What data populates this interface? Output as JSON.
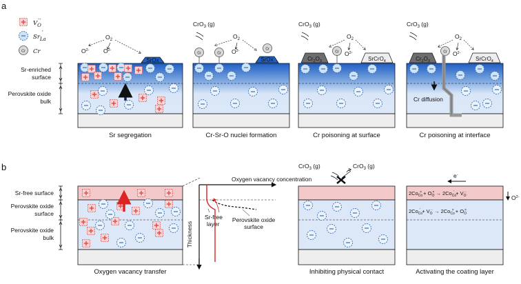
{
  "panel_a": {
    "letter": "a",
    "legend": {
      "vo_label": "V",
      "vo_sub": "O",
      "vo_sup": "··",
      "sr_label": "Sr",
      "sr_sub": "La",
      "sr_sup": "′",
      "cr_label": "Cr",
      "cr_icon_text": "Cr"
    },
    "side_labels": {
      "surface": [
        "Sr-enriched",
        "surface"
      ],
      "bulk": [
        "Perovskite oxide",
        "bulk"
      ]
    },
    "subpanels": [
      {
        "caption": "Sr segregation",
        "gas": "O",
        "gas_sub": "2",
        "ion": "O",
        "ion_sup": "2-",
        "cap_label": "SrOx"
      },
      {
        "caption": "Cr-Sr-O nuclei formation",
        "cro3": "CrO",
        "cro3_sub": "3",
        "cro3_suffix": " (g)",
        "gas": "O",
        "gas_sub": "2",
        "ion": "O",
        "ion_sup": "2-",
        "cap_label": "SrOx",
        "cr_text": "Cr"
      },
      {
        "caption": "Cr poisoning at surface",
        "cro3": "CrO",
        "cro3_sub": "3",
        "cro3_suffix": " (g)",
        "gas": "O",
        "gas_sub": "2",
        "ion": "O",
        "ion_sup": "2-",
        "left_cap": "Cr",
        "left_cap_sub": "2",
        "left_cap_mid": "O",
        "left_cap_sub2": "3",
        "right_cap": "SrCrO",
        "right_cap_sub": "4",
        "cr_text": "Cr"
      },
      {
        "caption": "Cr poisoning at interface",
        "cro3": "CrO",
        "cro3_sub": "3",
        "cro3_suffix": " (g)",
        "gas": "O",
        "gas_sub": "2",
        "ion": "O",
        "ion_sup": "2-",
        "left_cap": "Cr",
        "left_cap_sub": "2",
        "left_cap_mid": "O",
        "left_cap_sub2": "3",
        "right_cap": "SrCrO",
        "right_cap_sub": "4",
        "cr_text": "Cr",
        "diffusion_label": "Cr diffusion"
      }
    ]
  },
  "panel_b": {
    "letter": "b",
    "side_labels": {
      "srfree": "Sr-free surface",
      "surface": [
        "Perovskite oxide",
        "surface"
      ],
      "bulk": [
        "Perovskite oxide",
        "bulk"
      ]
    },
    "transfer_caption": "Oxygen vacancy transfer",
    "graph": {
      "x_label": "Oxygen vacancy concentration",
      "y_label": "Thickness",
      "srfree_layer": [
        "Sr-free",
        "layer"
      ],
      "surface_label": [
        "Perovskite oxide",
        "surface"
      ]
    },
    "inhibit": {
      "caption": "Inhibiting physical contact",
      "left_gas": "CrO",
      "left_gas_sub": "3",
      "right_gas": "CrO",
      "right_gas_sub": "3",
      "gas_suffix": " (g)"
    },
    "activate": {
      "caption": "Activating the coating layer",
      "electron": "e",
      "electron_sup": "-",
      "o_ion": "O",
      "o_ion_sup": "2-",
      "eq1": "2Co",
      "eq1_full": [
        "2Co",
        "Co",
        "×",
        " + O",
        "O",
        "×",
        " → 2Co",
        "Co",
        "′",
        " + V",
        "O",
        "··"
      ],
      "eq2_full": [
        "2Co",
        "Co",
        "′",
        " + V",
        "O",
        "··",
        " → 2Co",
        "Co",
        "×",
        " + O",
        "O",
        "×"
      ]
    }
  }
}
